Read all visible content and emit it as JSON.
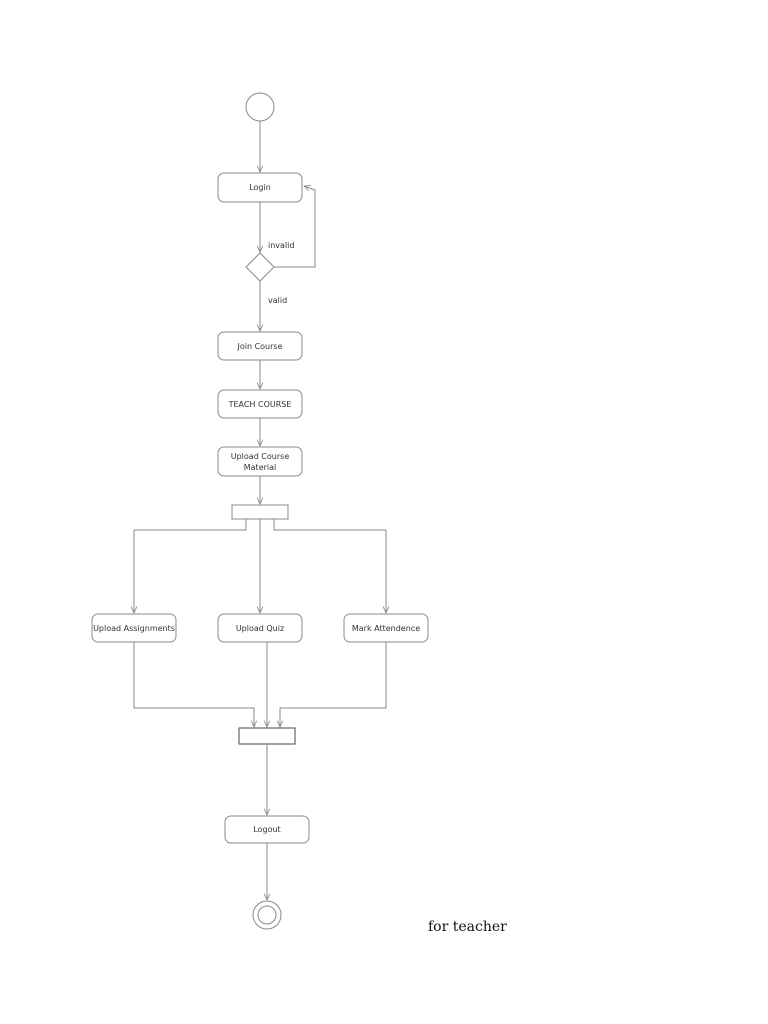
{
  "diagram": {
    "activities": {
      "login": "Login",
      "join_course": "Join Course",
      "teach_course": "TEACH COURSE",
      "upload_material_line1": "Upload Course",
      "upload_material_line2": "Material",
      "upload_assignments": "Upload Assignments",
      "upload_quiz": "Upload Quiz",
      "mark_attendance": "Mark Attendence",
      "logout": "Logout"
    },
    "guards": {
      "invalid": "invalid",
      "valid": "valid"
    },
    "caption": "for teacher"
  },
  "colors": {
    "line": "#8a8a8a",
    "text": "#333333",
    "background": "#ffffff"
  }
}
